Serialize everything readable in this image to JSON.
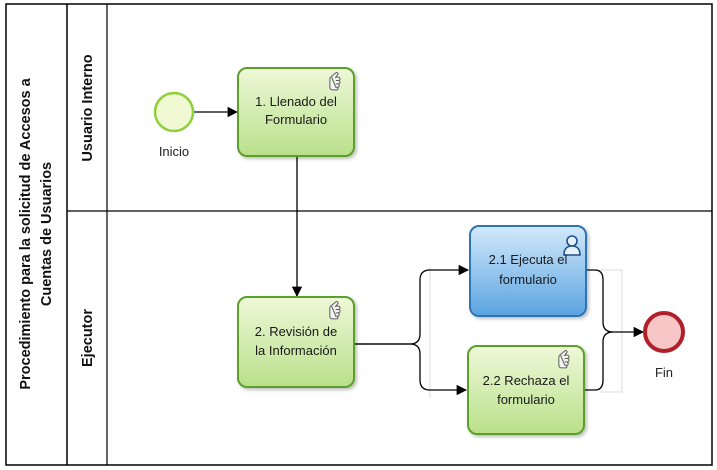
{
  "pool": {
    "title_line1": "Procedimiento para la solicitud de Accesos a",
    "title_line2": "Cuentas de Usuarios"
  },
  "lanes": [
    {
      "id": "lane-usuario-interno",
      "label": "Usuario Interno"
    },
    {
      "id": "lane-ejecutor",
      "label": "Ejecutor"
    }
  ],
  "events": {
    "start": {
      "label": "Inicio",
      "color": "#8fcf3a",
      "fill": "#f1f9d3"
    },
    "end": {
      "label": "Fin",
      "color": "#b0202a",
      "fill": "#f7c6c6"
    }
  },
  "tasks": [
    {
      "id": "task-1",
      "line1": "1. Llenado del",
      "line2": "Formulario",
      "icon": "hand-icon",
      "style": "green"
    },
    {
      "id": "task-2",
      "line1": "2. Revisión de",
      "line2": "la Información",
      "icon": "hand-icon",
      "style": "green"
    },
    {
      "id": "task-21",
      "line1": "2.1 Ejecuta el",
      "line2": "formulario",
      "icon": "user-icon",
      "style": "blue"
    },
    {
      "id": "task-22",
      "line1": "2.2 Rechaza el",
      "line2": "formulario",
      "icon": "hand-icon",
      "style": "green"
    }
  ],
  "colors": {
    "green_stroke": "#5aa02c",
    "green_fill_top": "#eef8d8",
    "green_fill_bottom": "#b9e08a",
    "blue_stroke": "#2f74b5",
    "blue_fill_top": "#cfe7fb",
    "blue_fill_bottom": "#5aa3e0",
    "line": "#000000"
  }
}
